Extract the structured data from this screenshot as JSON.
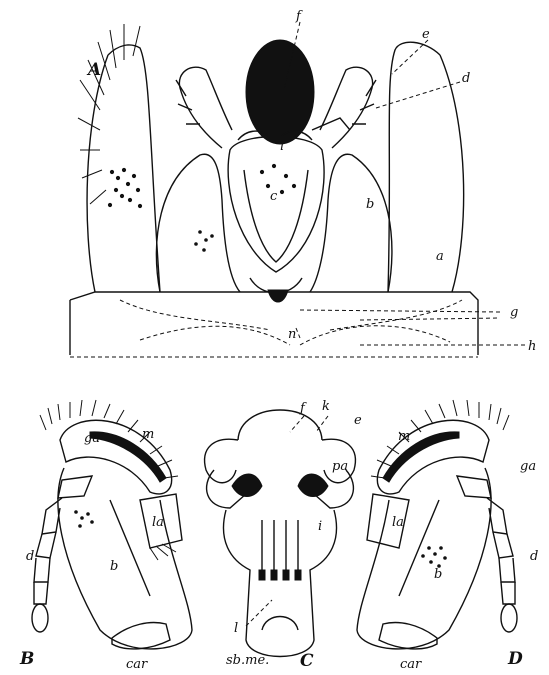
{
  "figure": {
    "panel_labels": {
      "A": "A",
      "B": "B",
      "C": "C",
      "D": "D"
    },
    "labels_A": {
      "a": "a",
      "b": "b",
      "c": "c",
      "d": "d",
      "e": "e",
      "f": "f",
      "g": "g",
      "h": "h",
      "i": "i",
      "n": "n"
    },
    "labels_B": {
      "ga": "ga",
      "m": "m",
      "la": "la",
      "b": "b",
      "d": "d",
      "car": "car"
    },
    "labels_C": {
      "f": "f",
      "k": "k",
      "e": "e",
      "pa": "pa",
      "i": "i",
      "l": "l",
      "sb_me": "sb.me."
    },
    "labels_D": {
      "m": "m",
      "ga": "ga",
      "la": "la",
      "b": "b",
      "d": "d",
      "car": "car"
    }
  }
}
